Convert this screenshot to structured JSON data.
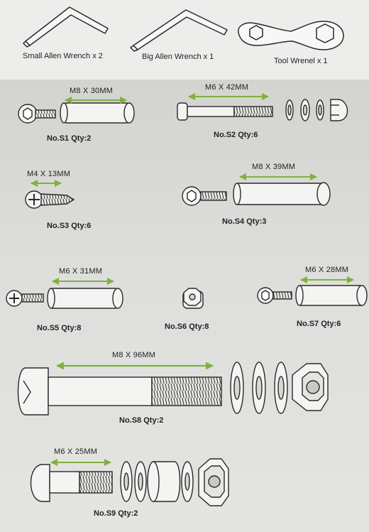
{
  "tools": [
    {
      "label": "Small Allen Wrench x 2"
    },
    {
      "label": "Big Allen Wrench x 1"
    },
    {
      "label": "Tool Wrenel x 1"
    }
  ],
  "parts": [
    {
      "size": "M8 X 30MM",
      "code": "No.S1 Qty:2"
    },
    {
      "size": "M6 X 42MM",
      "code": "No.S2 Qty:6"
    },
    {
      "size": "M4 X 13MM",
      "code": "No.S3 Qty:6"
    },
    {
      "size": "M8 X 39MM",
      "code": "No.S4 Qty:3"
    },
    {
      "size": "M6 X 31MM",
      "code": "No.S5 Qty:8"
    },
    {
      "size": "",
      "code": "No.S6 Qty:8"
    },
    {
      "size": "M6 X 28MM",
      "code": "No.S7 Qty:6"
    },
    {
      "size": "M8 X 96MM",
      "code": "No.S8 Qty:2"
    },
    {
      "size": "M6 X 25MM",
      "code": "No.S9 Qty:2"
    }
  ],
  "colors": {
    "arrow": "#7fb13f",
    "ink": "#2a2a2a",
    "metal": "#f4f4f2"
  }
}
